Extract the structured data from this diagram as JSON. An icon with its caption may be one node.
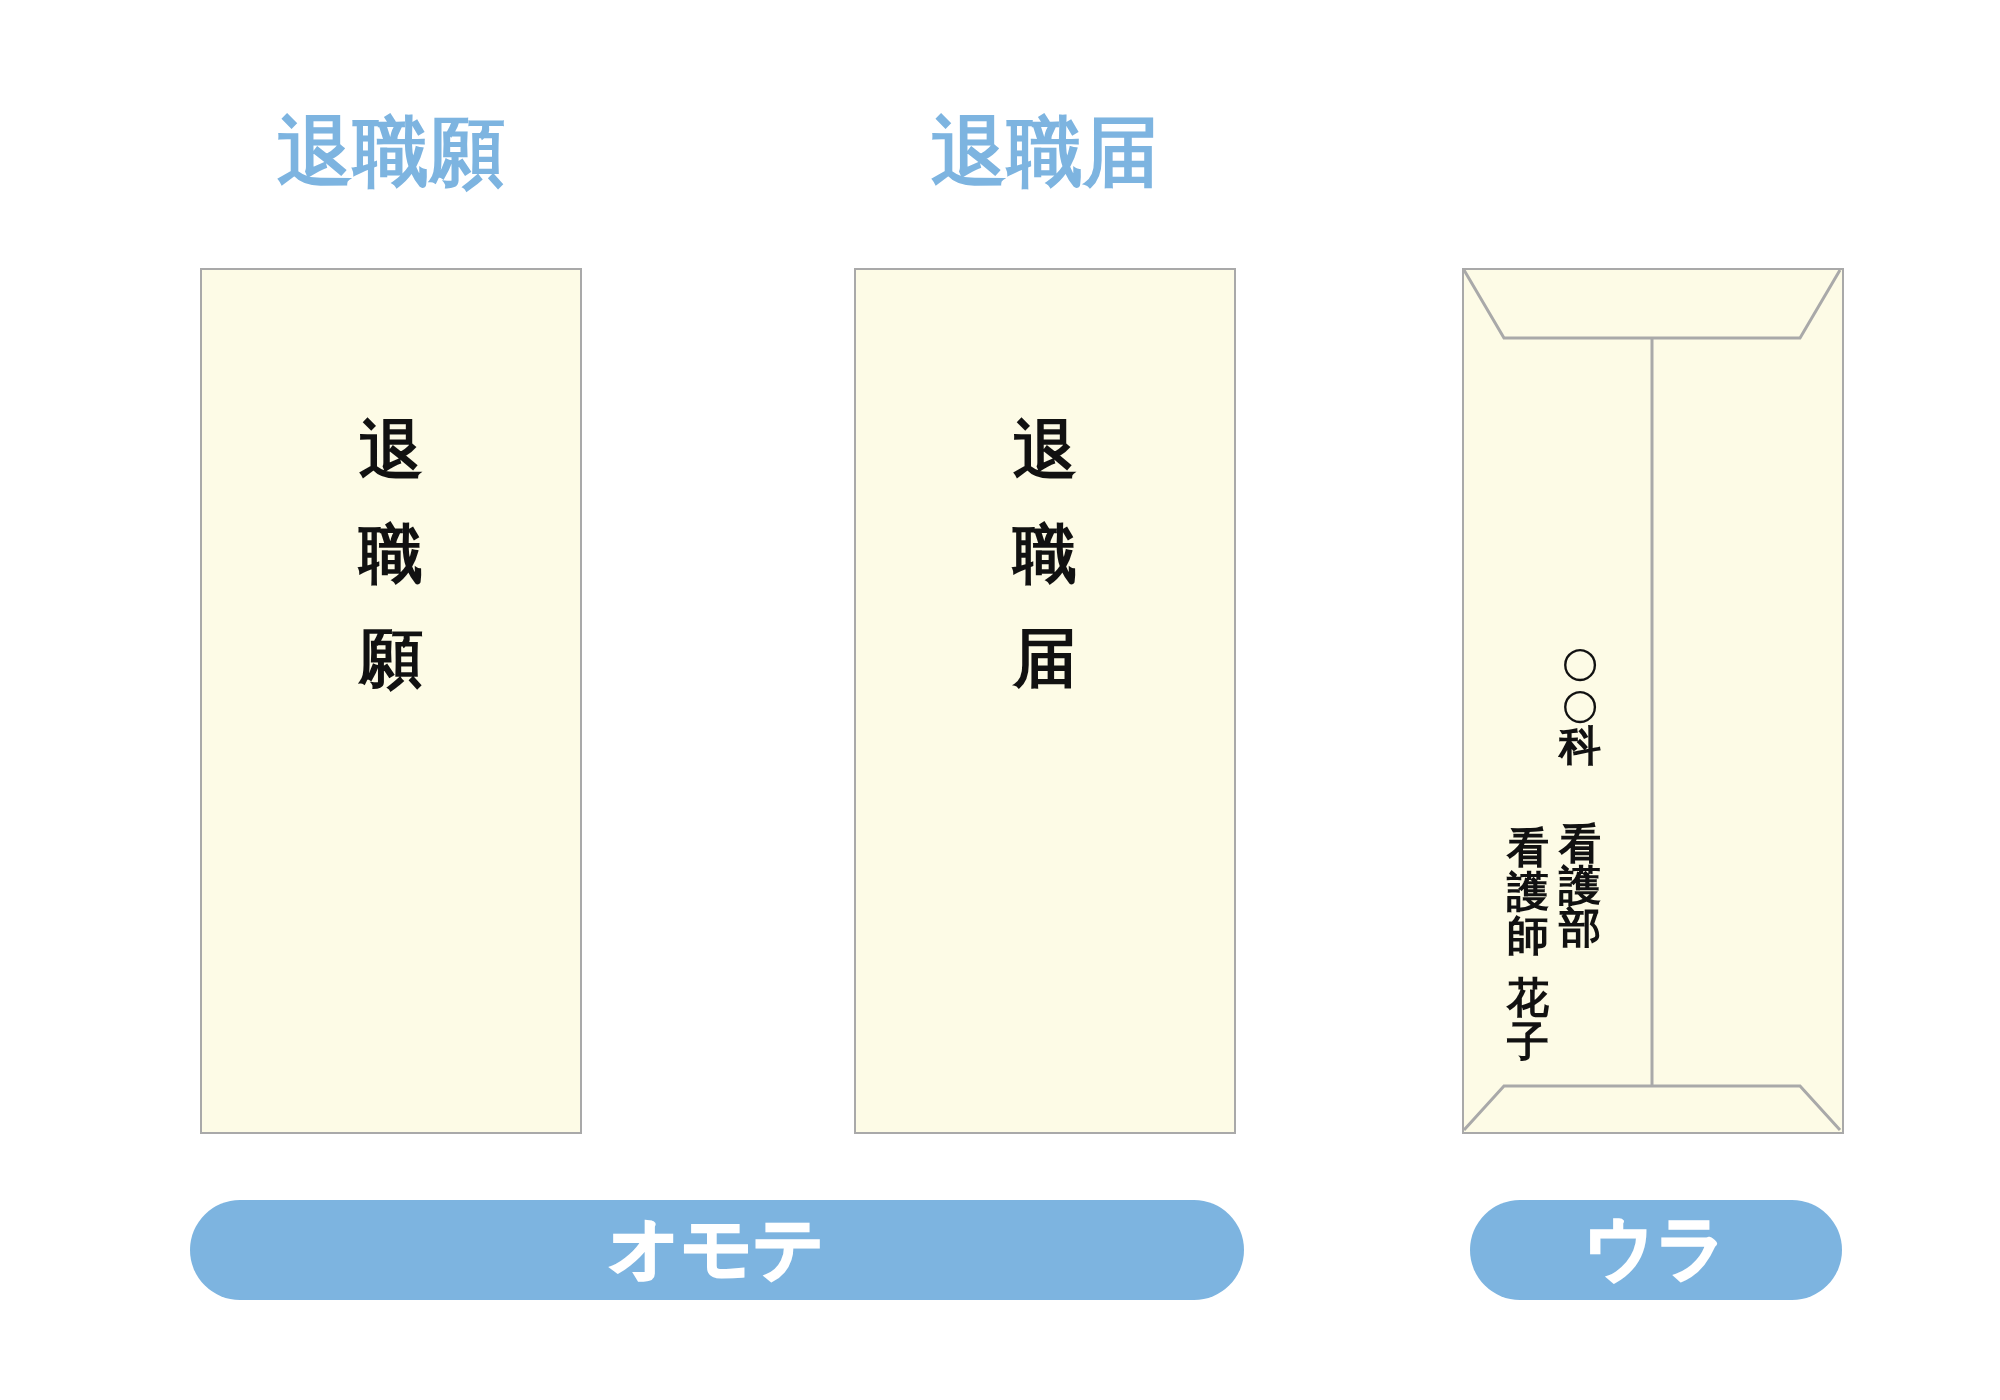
{
  "diagram": {
    "nodes": [
      {
        "text": [
          "退職願",
          "退職願"
        ]
      },
      {
        "text": [
          "退職届",
          "退職届"
        ]
      },
      {
        "text": [
          "○○科",
          "看護部",
          "看護師",
          "花子"
        ]
      },
      {
        "text": [
          "オモテ"
        ]
      },
      {
        "text": [
          "ウラ"
        ]
      }
    ]
  }
}
